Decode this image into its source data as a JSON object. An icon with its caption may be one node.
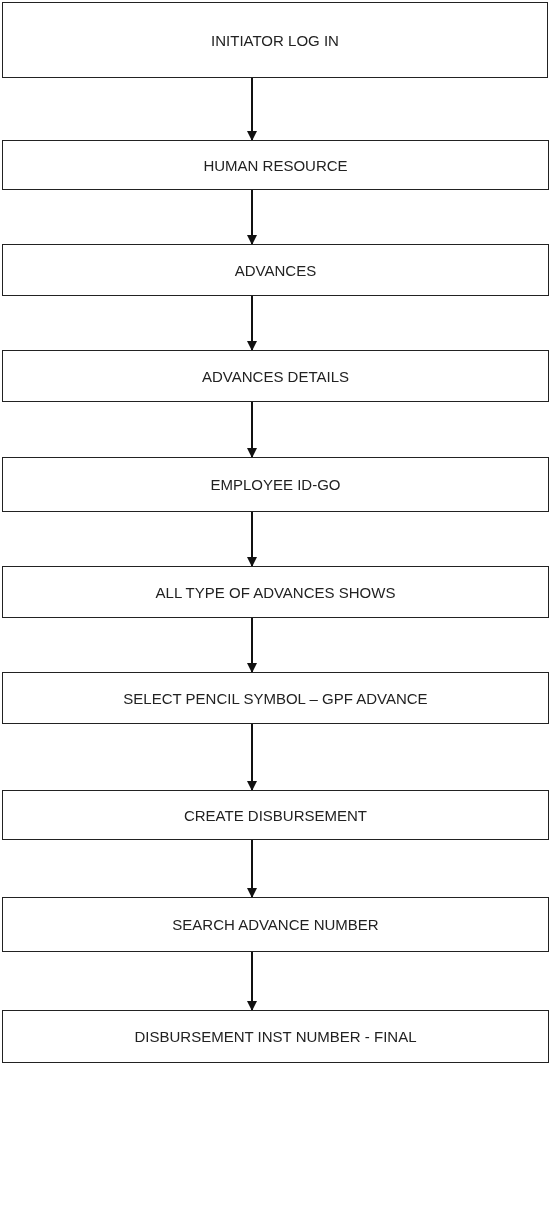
{
  "diagram": {
    "nodes": [
      {
        "text": [
          "INITIATOR LOG IN"
        ]
      },
      {
        "text": [
          "HUMAN RESOURCE"
        ]
      },
      {
        "text": [
          "ADVANCES"
        ]
      },
      {
        "text": [
          "ADVANCES DETAILS"
        ]
      },
      {
        "text": [
          "EMPLOYEE ID-GO"
        ]
      },
      {
        "text": [
          "ALL TYPE OF ADVANCES SHOWS"
        ]
      },
      {
        "text": [
          "SELECT PENCIL SYMBOL – GPF ADVANCE"
        ]
      },
      {
        "text": [
          "CREATE DISBURSEMENT"
        ]
      },
      {
        "text": [
          "SEARCH ADVANCE NUMBER"
        ]
      },
      {
        "text": [
          "DISBURSEMENT INST NUMBER - FINAL"
        ]
      }
    ],
    "edges": [
      {
        "from": 0,
        "to": 1,
        "arrow": "to"
      },
      {
        "from": 1,
        "to": 2,
        "arrow": "to"
      },
      {
        "from": 2,
        "to": 3,
        "arrow": "to"
      },
      {
        "from": 3,
        "to": 4,
        "arrow": "to"
      },
      {
        "from": 4,
        "to": 5,
        "arrow": "to"
      },
      {
        "from": 5,
        "to": 6,
        "arrow": "to"
      },
      {
        "from": 6,
        "to": 7,
        "arrow": "to"
      },
      {
        "from": 7,
        "to": 8,
        "arrow": "to"
      },
      {
        "from": 8,
        "to": 9,
        "arrow": "to"
      }
    ]
  }
}
